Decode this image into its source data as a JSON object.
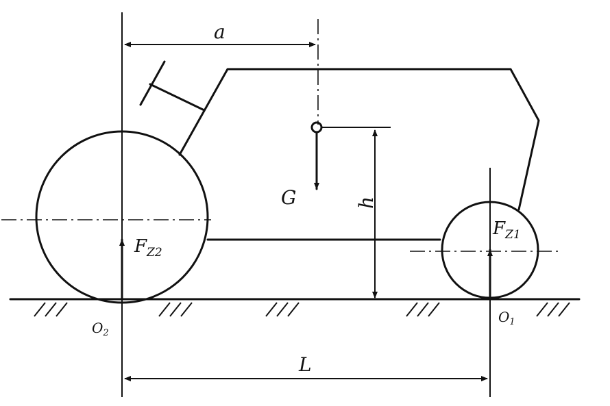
{
  "labels": {
    "a": "a",
    "G": "G",
    "h": "h",
    "L": "L",
    "fz2_main": "F",
    "fz2_sub": "Z2",
    "fz1_main": "F",
    "fz1_sub": "Z1",
    "o2_main": "O",
    "o2_sub": "2",
    "o1_main": "O",
    "o1_sub": "1"
  }
}
